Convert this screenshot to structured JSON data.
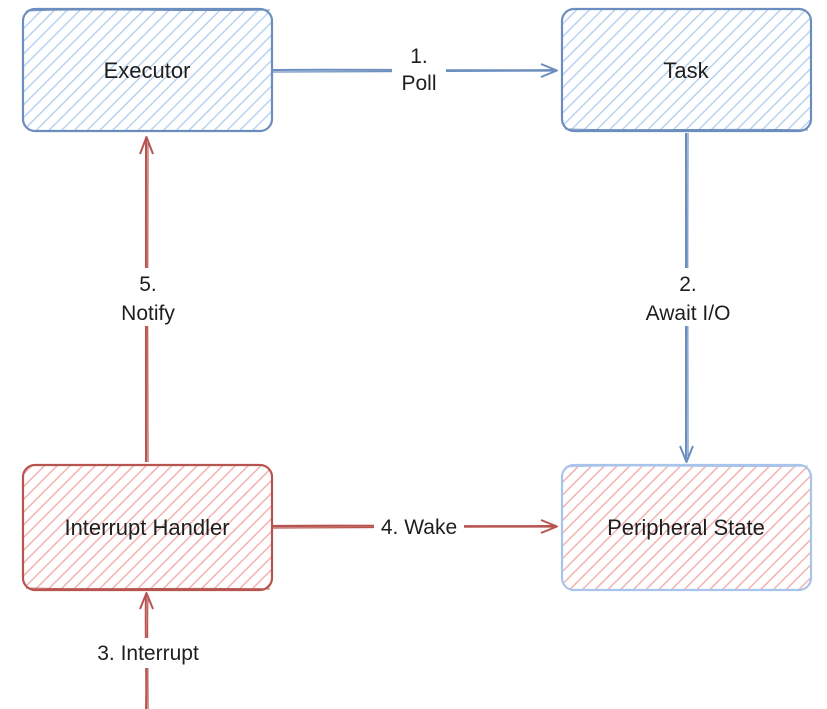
{
  "nodes": {
    "executor": {
      "label": "Executor"
    },
    "task": {
      "label": "Task"
    },
    "interrupt_handler": {
      "label": "Interrupt Handler"
    },
    "peripheral_state": {
      "label": "Peripheral State"
    }
  },
  "edges": {
    "poll": {
      "step": "1.",
      "text": "Poll"
    },
    "await_io": {
      "step": "2.",
      "text": "Await I/O"
    },
    "interrupt": {
      "text": "3. Interrupt"
    },
    "wake": {
      "text": "4. Wake"
    },
    "notify": {
      "step": "5.",
      "text": "Notify"
    }
  },
  "colors": {
    "blue_stroke": "#6c8ebf",
    "blue_fill": "#dae8fc",
    "red_stroke": "#b85450",
    "red_fill": "#f8cecc",
    "text": "#1e1e1e"
  }
}
